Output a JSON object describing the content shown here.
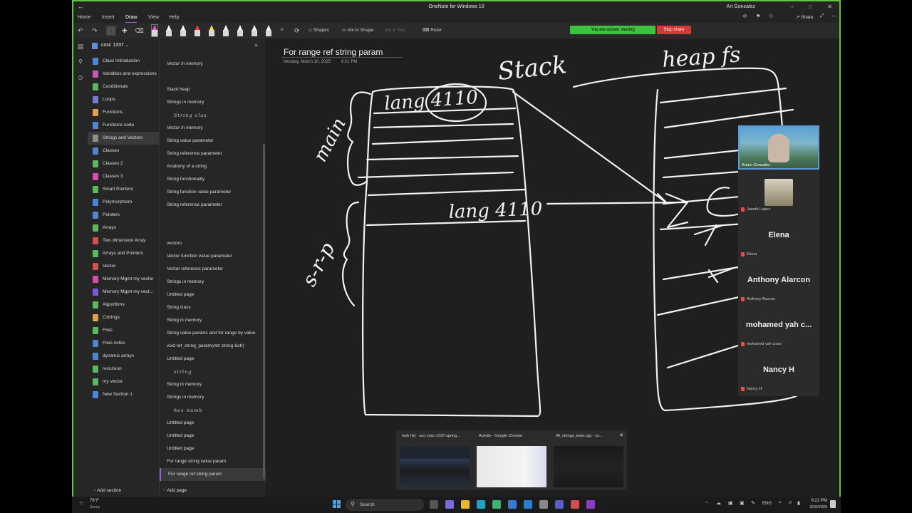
{
  "window": {
    "title": "OneNote for Windows 10",
    "user": "Art Gonzalez"
  },
  "menu": {
    "items": [
      "Home",
      "Insert",
      "Draw",
      "View",
      "Help"
    ],
    "active": "Draw"
  },
  "ribbon": {
    "shapes": "Shapes",
    "ink_to_shape": "Ink to Shape",
    "ink_to_text": "Ink to Text",
    "ruler": "Ruler",
    "pen_colors": [
      "#ff4fd8",
      "#ffffff",
      "#ffffff",
      "#ff3b3b",
      "#ffe14d",
      "#ffffff",
      "#ffffff",
      "#ffffff",
      "#ffffff"
    ]
  },
  "share": {
    "status": "You are screen sharing",
    "stop": "Stop share",
    "share_btn": "Share"
  },
  "notebook": {
    "name": "cosc 1337",
    "add_section": "Add section",
    "add_page": "Add page"
  },
  "sections": [
    {
      "label": "Class Introduction",
      "color": "#4e86d6"
    },
    {
      "label": "Variables and expressions",
      "color": "#c45ab3"
    },
    {
      "label": "Conditionals",
      "color": "#5cb85c"
    },
    {
      "label": "Loops",
      "color": "#7a7ad6"
    },
    {
      "label": "Functions",
      "color": "#e0a050"
    },
    {
      "label": "Functions code",
      "color": "#4e86d6"
    },
    {
      "label": "Strings and Vectors",
      "color": "#8c8c8c"
    },
    {
      "label": "Classes",
      "color": "#4e86d6"
    },
    {
      "label": "Classes 2",
      "color": "#5cb85c"
    },
    {
      "label": "Classes 3",
      "color": "#d64ea6"
    },
    {
      "label": "Smart Pointers",
      "color": "#5cb85c"
    },
    {
      "label": "Polymorphism",
      "color": "#4e86d6"
    },
    {
      "label": "Pointers",
      "color": "#4e86d6"
    },
    {
      "label": "Arrays",
      "color": "#5cb85c"
    },
    {
      "label": "Two dimension Array",
      "color": "#d64e4e"
    },
    {
      "label": "Arrays and Pointers",
      "color": "#5cb85c"
    },
    {
      "label": "Vector",
      "color": "#d64e4e"
    },
    {
      "label": "Memory Mgmt my vector",
      "color": "#d64ea6"
    },
    {
      "label": "Memory Mgmt my vect...",
      "color": "#7a5ad6"
    },
    {
      "label": "Algorithms",
      "color": "#5cb85c"
    },
    {
      "label": "Cstrings",
      "color": "#e0a050"
    },
    {
      "label": "Files",
      "color": "#5cb85c"
    },
    {
      "label": "Files notes",
      "color": "#4e86d6"
    },
    {
      "label": "dynamic arrays",
      "color": "#4e86d6"
    },
    {
      "label": "recursion",
      "color": "#5cb85c"
    },
    {
      "label": "my vector",
      "color": "#5cb85c"
    },
    {
      "label": "New Section 1",
      "color": "#4e86d6"
    }
  ],
  "selected_section": 6,
  "pages": [
    {
      "label": "Vector in memory",
      "hand": false
    },
    {
      "label": "",
      "hand": false
    },
    {
      "label": "Stack heap",
      "hand": false
    },
    {
      "label": "Strings in memory",
      "hand": false
    },
    {
      "label": "String clas",
      "hand": true
    },
    {
      "label": "Vector in memory",
      "hand": false
    },
    {
      "label": "String value parameter",
      "hand": false
    },
    {
      "label": "String reference parameter",
      "hand": false
    },
    {
      "label": "Anatomy of a string",
      "hand": false
    },
    {
      "label": "String functionality",
      "hand": false
    },
    {
      "label": "String function value parameter",
      "hand": false
    },
    {
      "label": "String reference parameter",
      "hand": false
    },
    {
      "label": "",
      "hand": false
    },
    {
      "label": "",
      "hand": false
    },
    {
      "label": "vectors",
      "hand": false
    },
    {
      "label": "Vector function value parameter",
      "hand": false
    },
    {
      "label": "Vector reference parameter",
      "hand": false
    },
    {
      "label": "Strings in memory",
      "hand": false
    },
    {
      "label": "Untitled page",
      "hand": false
    },
    {
      "label": "String class",
      "hand": false
    },
    {
      "label": "String in memory",
      "hand": false
    },
    {
      "label": "String value params and for range by value",
      "hand": false
    },
    {
      "label": "void ref_string_param(std::string &str)",
      "hand": false
    },
    {
      "label": "Untitled page",
      "hand": false
    },
    {
      "label": "string",
      "hand": true
    },
    {
      "label": "String in memory",
      "hand": false
    },
    {
      "label": "Strings in memory",
      "hand": false
    },
    {
      "label": "hex numb",
      "hand": true
    },
    {
      "label": "Untitled page",
      "hand": false
    },
    {
      "label": "Untitled page",
      "hand": false
    },
    {
      "label": "Untitled page",
      "hand": false
    },
    {
      "label": "For range string value param",
      "hand": false
    },
    {
      "label": "For range ref string param",
      "hand": false
    }
  ],
  "selected_page": 32,
  "page": {
    "title": "For range ref string param",
    "date": "Monday, March 10, 2025",
    "time": "6:21 PM"
  },
  "ink_text": {
    "stack": "Stack",
    "heap": "heap fs",
    "main": "main",
    "sub": "s-r-p",
    "lang1": "lang 4110",
    "lang2": "lang 4110"
  },
  "participants": [
    {
      "big": "",
      "small": "Arturo Gonzalez"
    },
    {
      "big": "",
      "small": "Janeth Lopez"
    },
    {
      "big": "Elena",
      "small": "Elena"
    },
    {
      "big": "Anthony Alarcon",
      "small": "Anthony Alarcon"
    },
    {
      "big": "mohamed yah c...",
      "small": "mohamed yah cisse"
    },
    {
      "big": "Nancy H",
      "small": "Nancy H"
    }
  ],
  "task_switcher": [
    {
      "label": "hw5 (fs) - acc-cosc-1337-spring..."
    },
    {
      "label": "Activity - Google Chrome"
    },
    {
      "label": "06_strings_tests.cpp - co..."
    }
  ],
  "taskbar": {
    "weather_temp": "78°F",
    "weather_desc": "Sunny",
    "search": "Search",
    "lang": "ENG",
    "time": "6:22 PM",
    "date": "3/10/2025"
  }
}
